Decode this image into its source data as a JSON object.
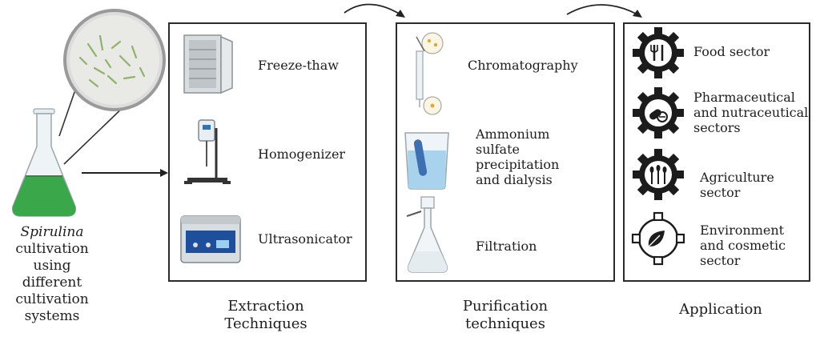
{
  "source": {
    "organism": "Spirulina",
    "lines": [
      "cultivation",
      "using",
      "different",
      "cultivation",
      "systems"
    ]
  },
  "extraction": {
    "caption_line1": "Extraction",
    "caption_line2": "Techniques",
    "items": [
      "Freeze-thaw",
      "Homogenizer",
      "Ultrasonicator"
    ]
  },
  "purification": {
    "caption_line1": "Purification",
    "caption_line2": "techniques",
    "items": [
      {
        "lines": [
          "Chromatography"
        ]
      },
      {
        "lines": [
          "Ammonium",
          "sulfate",
          "precipitation",
          "and dialysis"
        ]
      },
      {
        "lines": [
          "Filtration"
        ]
      }
    ]
  },
  "application": {
    "caption": "Application",
    "items": [
      {
        "lines": [
          "Food sector"
        ],
        "icon": "food-gear-icon"
      },
      {
        "lines": [
          "Pharmaceutical",
          "and nutraceutical",
          "sectors"
        ],
        "icon": "pill-gear-icon"
      },
      {
        "lines": [
          "Agriculture",
          "sector"
        ],
        "icon": "wheat-gear-icon"
      },
      {
        "lines": [
          "Environment",
          "and cosmetic",
          "sector"
        ],
        "icon": "leaf-gear-icon"
      }
    ]
  },
  "colors": {
    "culture_green": "#3aa84a",
    "panel_border": "#2b2b2b",
    "gear_dark": "#1c1c1c"
  }
}
